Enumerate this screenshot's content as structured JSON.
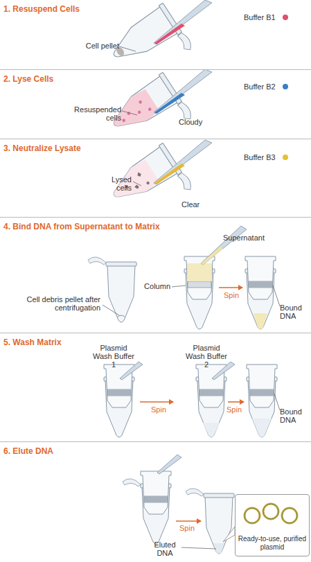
{
  "diagram": {
    "nodes": [
      {
        "text": [
          "1. Resuspend Cells"
        ]
      },
      {
        "text": [
          "2. Lyse Cells"
        ]
      },
      {
        "text": [
          "3. Neutralize Lysate"
        ]
      },
      {
        "text": [
          "4. Bind DNA from Supernatant to Matrix"
        ]
      },
      {
        "text": [
          "5. Wash Matrix"
        ]
      },
      {
        "text": [
          "6. Elute DNA"
        ]
      },
      {
        "text": [
          "Ready-to-use, purified plasmid"
        ],
        "in": 5
      }
    ],
    "labels": [
      "Buffer B1",
      "Cell pellet",
      "Buffer B2",
      "Resuspended cells",
      "Cloudy",
      "Buffer B3",
      "Lysed cells",
      "Clear",
      "Supernatant",
      "Cell debris pellet after centrifugation",
      "Column",
      "Spin",
      "Bound DNA",
      "Plasmid Wash Buffer 1",
      "Plasmid Wash Buffer 2",
      "Spin",
      "Spin",
      "Bound DNA",
      "Spin",
      "Eluted DNA"
    ]
  }
}
